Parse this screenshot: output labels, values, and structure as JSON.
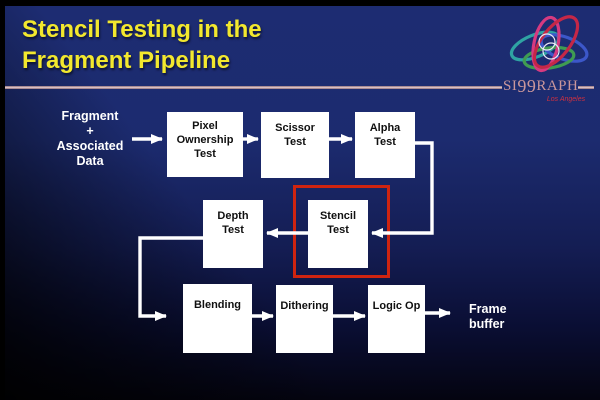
{
  "title": "Stencil Testing in the\nFragment Pipeline",
  "logo": {
    "wordmark_pre": "SI",
    "wordmark_99": "99",
    "wordmark_post": "RAPH",
    "city": "Los Angeles"
  },
  "colors": {
    "background_top": "#1c2b6f",
    "background_bottom": "#040410",
    "title_yellow": "#f2e82e",
    "rule_rose": "#c9a0a6",
    "box_fill": "#ffffff",
    "box_text": "#101010",
    "arrow_white": "#ffffff",
    "highlight_red": "#cf2410",
    "logo_red": "#c52747",
    "logo_magenta": "#d63a80",
    "logo_teal": "#2fa3a3",
    "logo_green": "#3f9b52",
    "logo_blue": "#3c57c9",
    "city_red": "#d03040"
  },
  "diagram": {
    "source_label": "Fragment\n+\nAssociated\nData",
    "sink_label": "Frame\nbuffer",
    "boxes": {
      "pixel_ownership": "Pixel\nOwnership\nTest",
      "scissor": "Scissor\nTest",
      "alpha": "Alpha\nTest",
      "depth": "Depth\nTest",
      "stencil": "Stencil\nTest",
      "blending": "Blending",
      "dithering": "Dithering",
      "logic_op": "Logic Op"
    },
    "highlighted_box": "Stencil Test"
  }
}
